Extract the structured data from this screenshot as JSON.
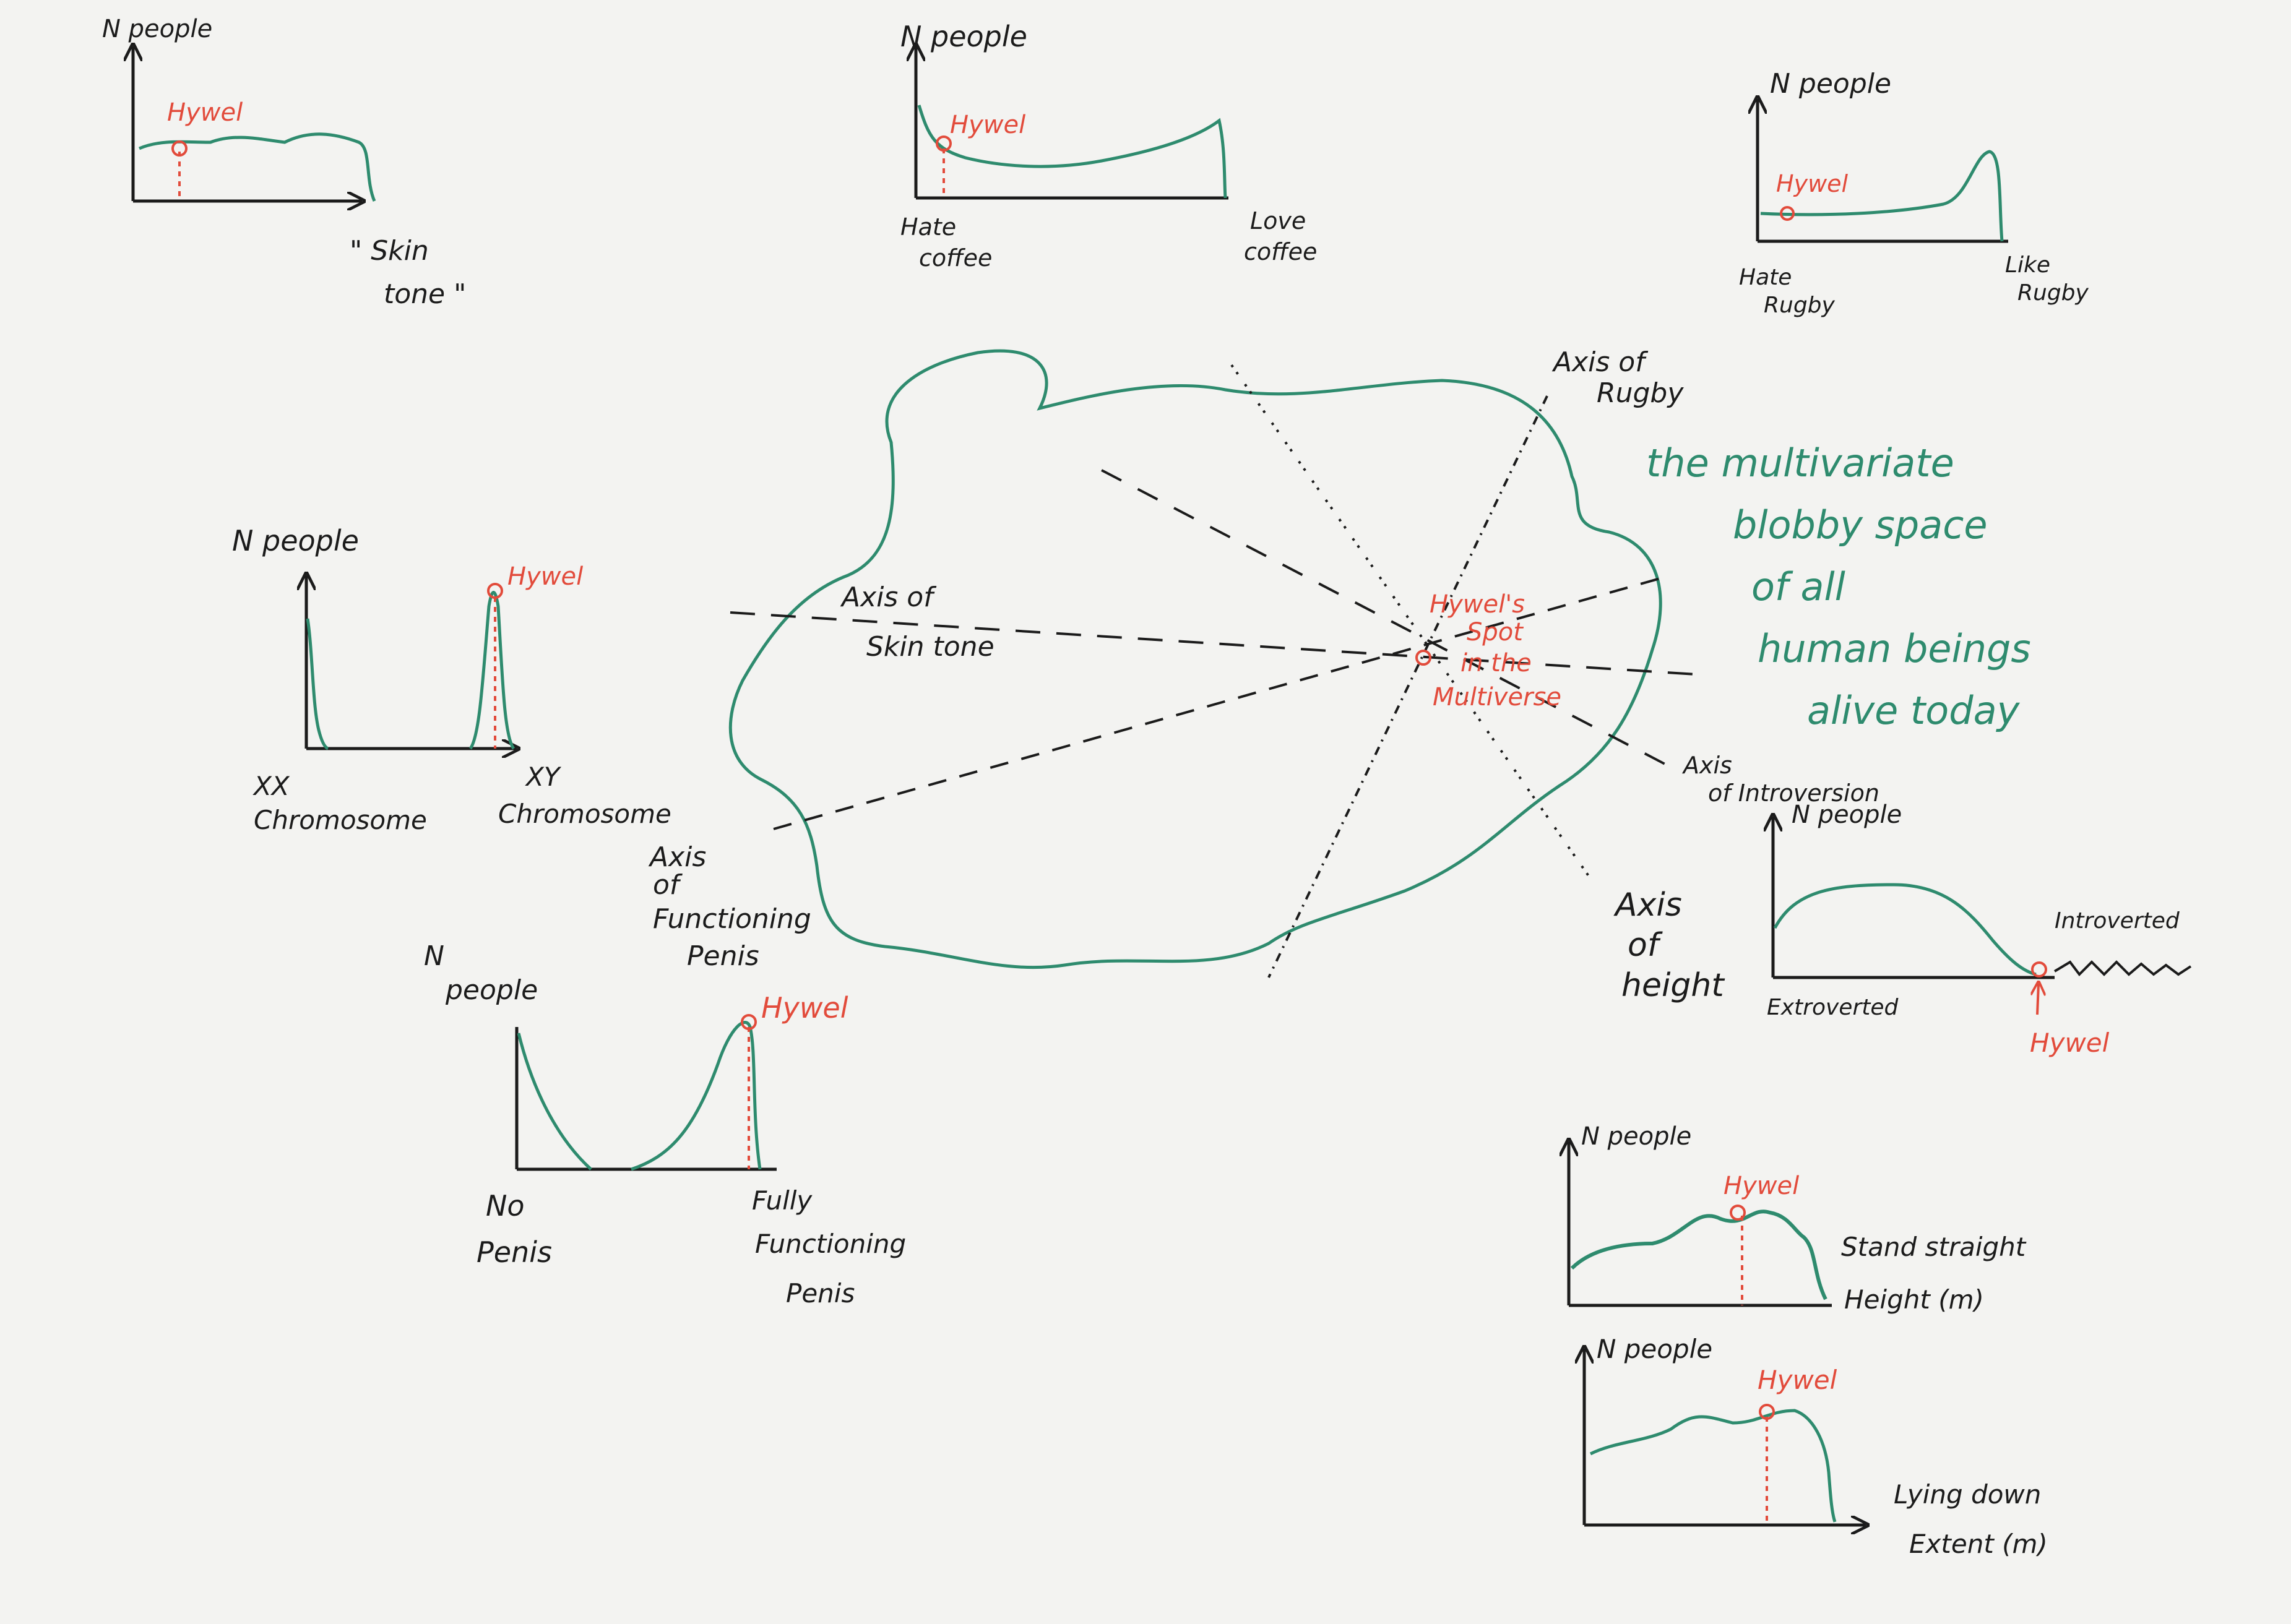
{
  "colors": {
    "paper": "#f3f3f1",
    "ink": "#1b1b1b",
    "curve": "#2e8b6e",
    "marker": "#e24b3b"
  },
  "blob": {
    "label_lines": [
      "the multivariate",
      "blobby space",
      "of all",
      "human beings",
      "alive today"
    ],
    "center_lines": [
      "Hywel's",
      "Spot",
      "in the",
      "Multiverse"
    ],
    "axis_labels": {
      "rugby": [
        "Axis of",
        "Rugby"
      ],
      "skin": [
        "Axis of",
        "Skin tone"
      ],
      "introversion": [
        "Axis",
        "of Introversion"
      ],
      "penis": [
        "Axis",
        "of",
        "Functioning",
        "Penis"
      ],
      "height": [
        "Axis",
        "of",
        "height"
      ]
    }
  },
  "charts": {
    "skin": {
      "ylabel": "N people",
      "xlabel_lines": [
        "\" Skin",
        "tone \""
      ],
      "marker_label": "Hywel"
    },
    "coffee": {
      "ylabel": "N people",
      "left_lines": [
        "Hate",
        "coffee"
      ],
      "right_lines": [
        "Love",
        "coffee"
      ],
      "marker_label": "Hywel"
    },
    "rugby": {
      "ylabel": "N people",
      "left_lines": [
        "Hate",
        "Rugby"
      ],
      "right_lines": [
        "Like",
        "Rugby"
      ],
      "marker_label": "Hywel"
    },
    "chromosome": {
      "ylabel": "N people",
      "left_lines": [
        "XX",
        "Chromosome"
      ],
      "right_lines": [
        "XY",
        "Chromosome"
      ],
      "marker_label": "Hywel"
    },
    "penis": {
      "ylabel_lines": [
        "N",
        "people"
      ],
      "left_lines": [
        "No",
        "Penis"
      ],
      "right_lines": [
        "Fully",
        "Functioning",
        "Penis"
      ],
      "marker_label": "Hywel"
    },
    "introversion": {
      "ylabel": "N people",
      "left_label": "Extroverted",
      "right_label": "Introverted",
      "marker_label": "Hywel"
    },
    "height": {
      "ylabel": "N people",
      "xlabel_lines": [
        "Stand straight",
        "Height (m)"
      ],
      "marker_label": "Hywel"
    },
    "lying": {
      "ylabel": "N people",
      "xlabel_lines": [
        "Lying down",
        "Extent (m)"
      ],
      "marker_label": "Hywel"
    }
  }
}
